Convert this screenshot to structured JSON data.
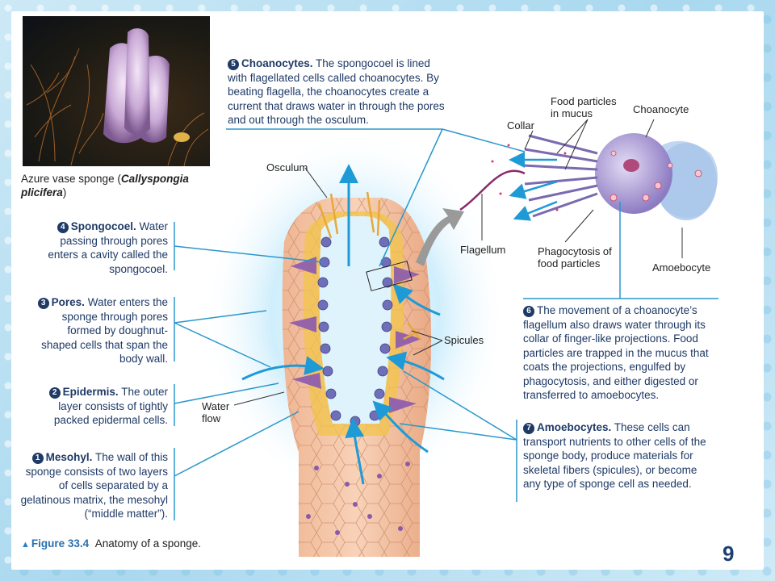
{
  "photo": {
    "caption_prefix": "Azure vase sponge (",
    "caption_italic": "Callyspongia plicifera",
    "caption_suffix": ")"
  },
  "callouts": {
    "choanocytes": {
      "num": "5",
      "title": "Choanocytes.",
      "body": "The spongocoel is lined with flagellated cells called choanocytes. By beating flagella, the choanocytes create a current that draws water in through the pores and out through the osculum."
    },
    "spongocoel": {
      "num": "4",
      "title": "Spongocoel.",
      "body": "Water passing through pores enters a cavity called the spongocoel."
    },
    "pores": {
      "num": "3",
      "title": "Pores.",
      "body": "Water enters the sponge through pores formed by doughnut-shaped cells that span the body wall."
    },
    "epidermis": {
      "num": "2",
      "title": "Epidermis.",
      "body": "The outer layer consists of tightly packed epidermal cells."
    },
    "mesohyl": {
      "num": "1",
      "title": "Mesohyl.",
      "body": "The wall of this sponge consists of two layers of cells separated by a gelatinous matrix, the mesohyl (“middle matter”)."
    },
    "flagellum_movement": {
      "num": "6",
      "title": "",
      "body": "The movement of a choanocyte’s flagellum also draws water through its collar of finger-like projections. Food particles are trapped in the mucus that coats the projections, engulfed by phagocytosis, and either digested or transferred to amoebocytes."
    },
    "amoebocytes": {
      "num": "7",
      "title": "Amoebocytes.",
      "body": "These cells can transport nutrients to other cells of the sponge body, produce materials for skeletal fibers (spicules), or become any type of sponge cell as needed."
    }
  },
  "labels": {
    "osculum": "Osculum",
    "spicules": "Spicules",
    "water_flow": "Water flow",
    "food_particles": "Food particles in mucus",
    "collar": "Collar",
    "choanocyte": "Choanocyte",
    "flagellum": "Flagellum",
    "phagocytosis": "Phagocytosis of food particles",
    "amoebocyte": "Amoebocyte"
  },
  "figure": {
    "number": "Figure 33.4",
    "title": "Anatomy of a sponge."
  },
  "page_number": "9",
  "colors": {
    "accent_blue": "#2a97cc",
    "text_navy": "#1f3a66",
    "choanocyte_purple": "#7b6bb5",
    "body_tan": "#e7b58f"
  }
}
